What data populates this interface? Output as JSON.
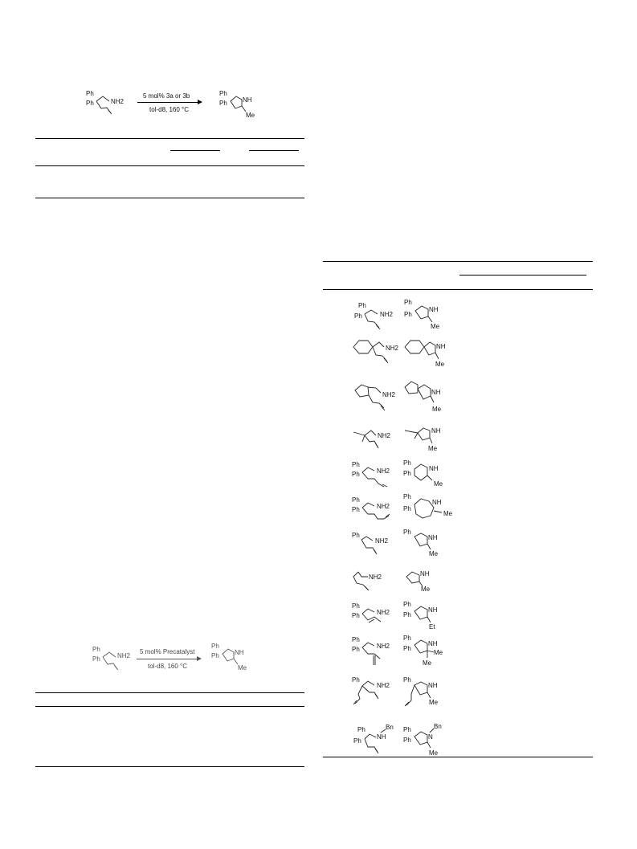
{
  "scheme1": {
    "reagent": "5 mol% 3a or 3b",
    "conditions": "tol-d8, 160 °C"
  },
  "scheme2": {
    "reagent": "5 mol% Precatalyst",
    "conditions": "tol-d8, 160 °C"
  },
  "labels": {
    "ph": "Ph",
    "nh2": "NH2",
    "nh": "NH",
    "me": "Me",
    "et": "Et",
    "bn": "Bn",
    "n": "N"
  }
}
